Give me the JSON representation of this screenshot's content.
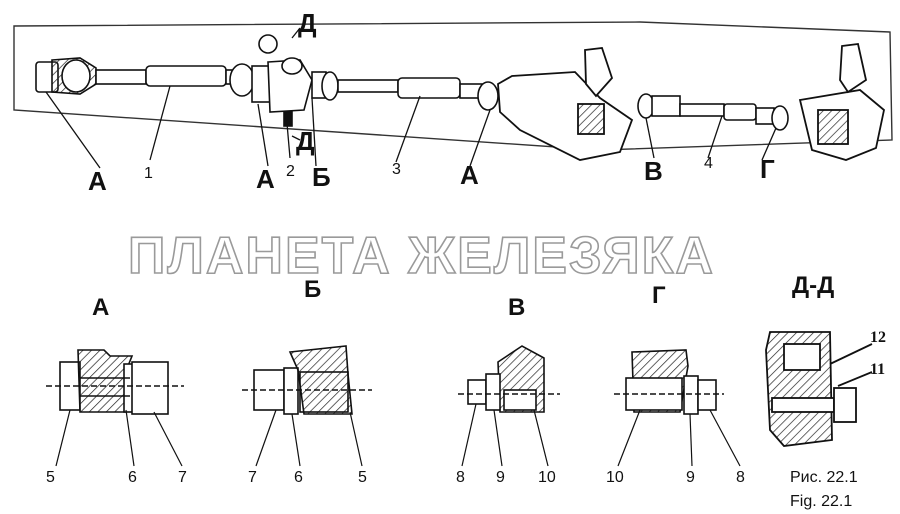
{
  "watermark": "ПЛАНЕТА ЖЕЛЕЗЯКА",
  "top_labels": {
    "D_top": "Д",
    "D_bottom": "Д",
    "A1": "А",
    "A2": "А",
    "A3": "А",
    "B": "Б",
    "V": "В",
    "G": "Г",
    "n1": "1",
    "n2": "2",
    "n3": "3",
    "n4": "4"
  },
  "sections": {
    "A": {
      "title": "А",
      "nums": [
        "5",
        "6",
        "7"
      ]
    },
    "B": {
      "title": "Б",
      "nums": [
        "7",
        "6",
        "5"
      ]
    },
    "V": {
      "title": "В",
      "nums": [
        "8",
        "9",
        "10"
      ]
    },
    "G": {
      "title": "Г",
      "nums": [
        "10",
        "9",
        "8"
      ]
    },
    "DD": {
      "title": "Д-Д",
      "nums": [
        "12",
        "11"
      ]
    }
  },
  "caption": {
    "ru": "Рис. 22.1",
    "en": "Fig. 22.1"
  }
}
